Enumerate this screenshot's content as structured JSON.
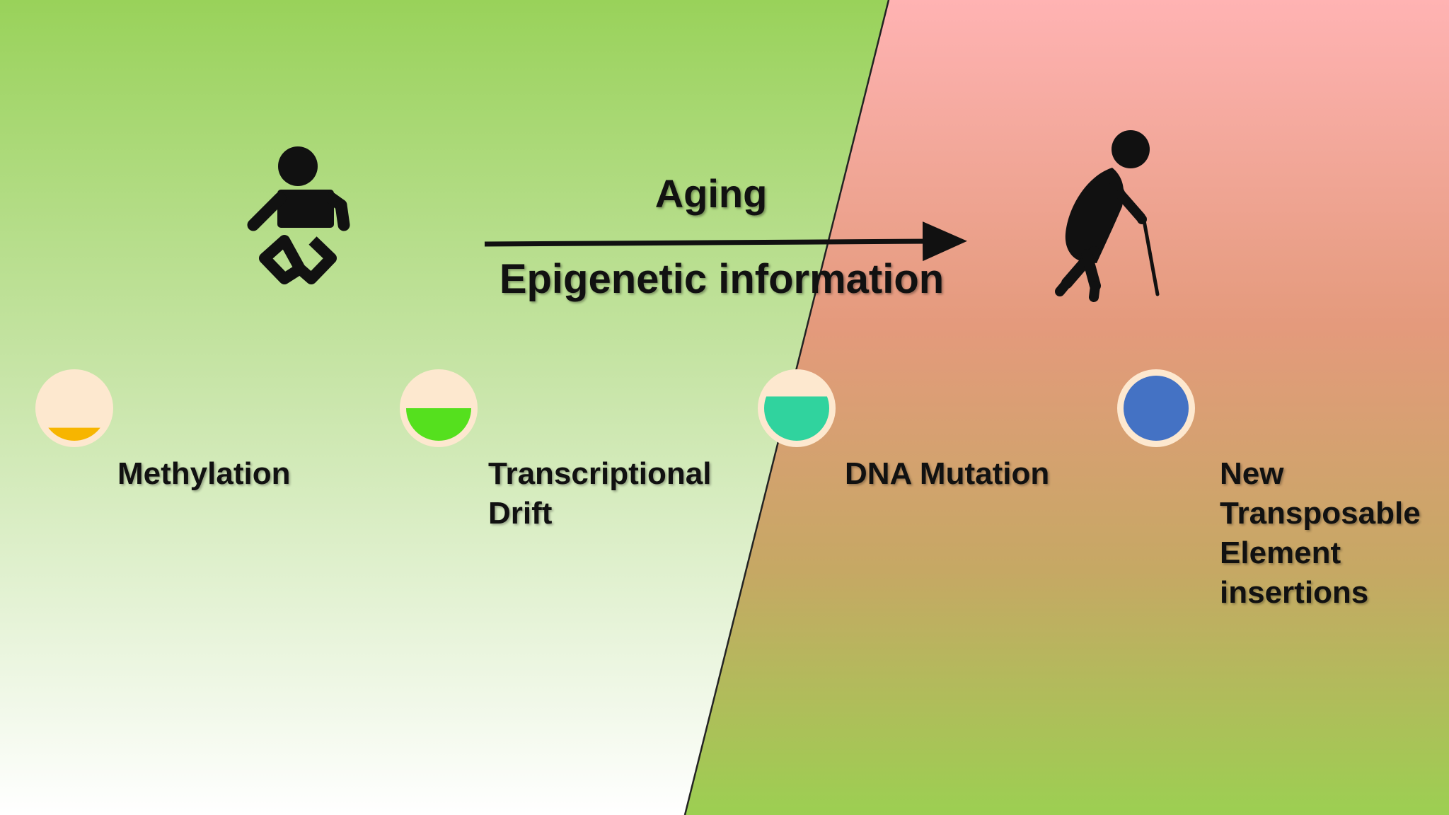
{
  "diagram": {
    "arrow": {
      "top_label": "Aging",
      "bottom_label": "Epigenetic information"
    },
    "figures": [
      {
        "name": "baby",
        "icon": "baby-icon"
      },
      {
        "name": "elderly-person",
        "icon": "elderly-person-with-cane-icon"
      }
    ],
    "markers": [
      {
        "label_lines": [
          "Methylation"
        ],
        "fill_color": "#f7b500",
        "fill_level": 0.2
      },
      {
        "label_lines": [
          "Transcriptional",
          "Drift"
        ],
        "fill_color": "#55e01e",
        "fill_level": 0.5
      },
      {
        "label_lines": [
          "DNA Mutation"
        ],
        "fill_color": "#30d39e",
        "fill_level": 0.68
      },
      {
        "label_lines": [
          "New",
          "Transposable",
          "Element",
          "insertions"
        ],
        "fill_color": "#4472c4",
        "fill_level": 1.0
      }
    ],
    "colors": {
      "young_gradient_top": "#99d25a",
      "young_gradient_bottom": "#ffffff",
      "old_gradient_top": "#ffb3b3",
      "old_gradient_mid": "#e49a7c",
      "old_gradient_low": "#c6a864",
      "old_gradient_bottom": "#9ccf52",
      "circle_background": "#fde8cf"
    }
  }
}
